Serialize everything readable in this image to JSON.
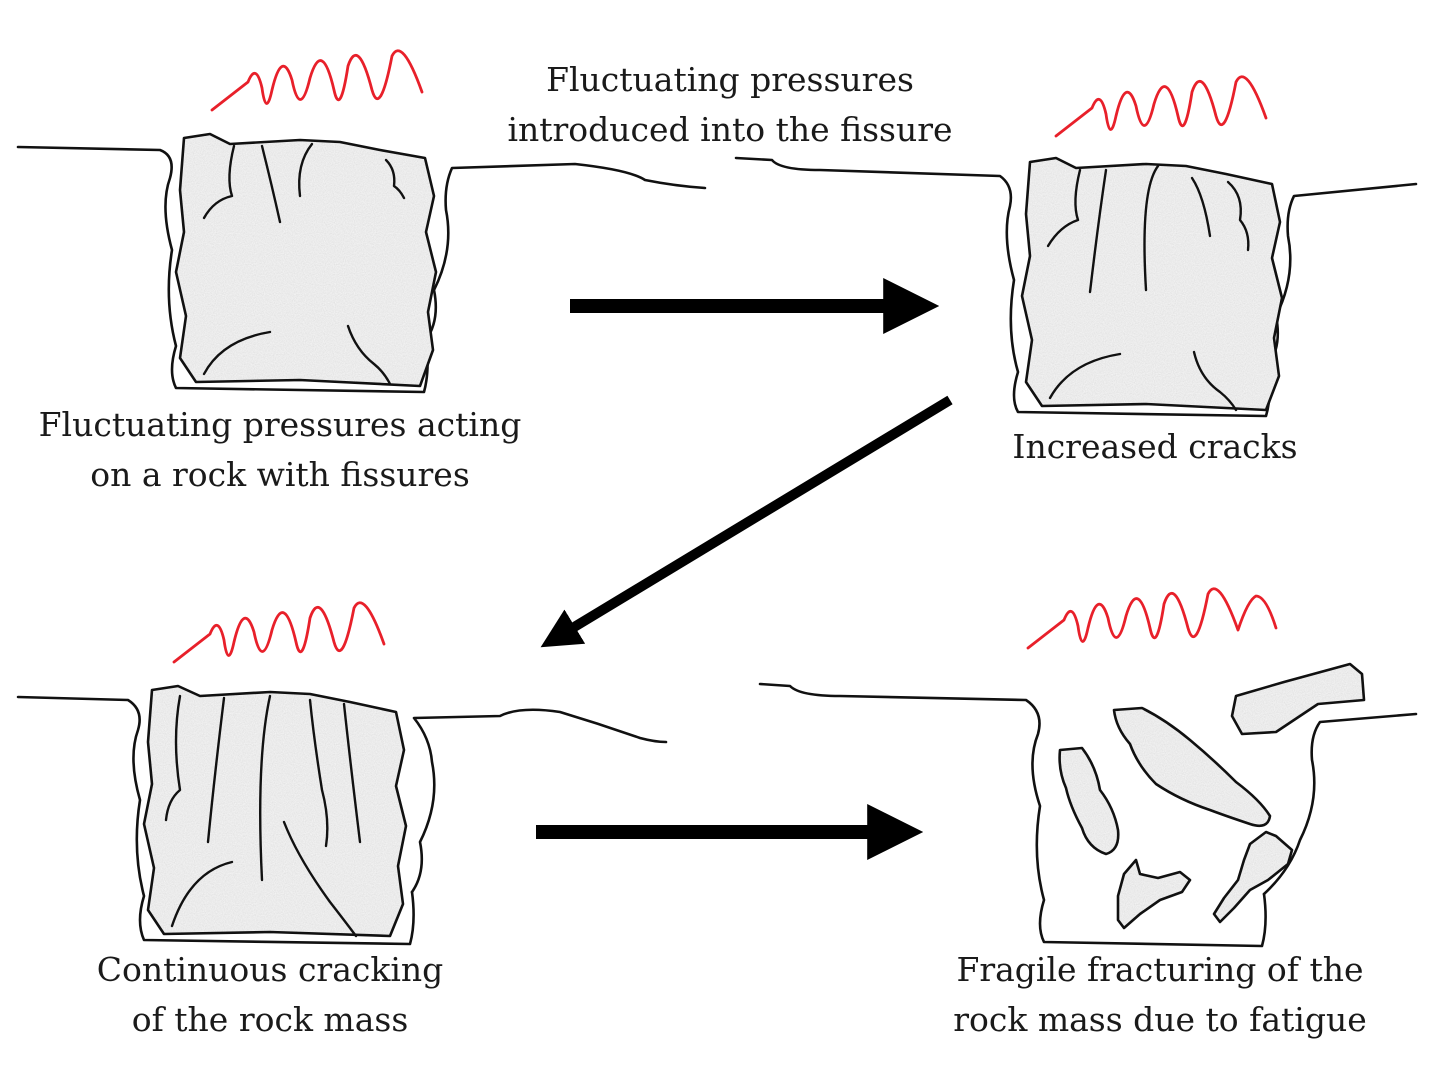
{
  "labels": {
    "intro": [
      "Fluctuating pressures",
      "introduced into the fissure"
    ],
    "stage1": [
      "Fluctuating pressures acting",
      "on a rock with fissures"
    ],
    "stage2": [
      "Increased cracks"
    ],
    "stage3": [
      "Continuous cracking",
      "of the rock mass"
    ],
    "stage4": [
      "Fragile fracturing of the",
      "rock mass due to fatigue"
    ]
  },
  "colors": {
    "pressure_wave": "#e8202a",
    "rock_fill": "#dcdcdc",
    "outline": "#111111",
    "arrow": "#000000"
  }
}
